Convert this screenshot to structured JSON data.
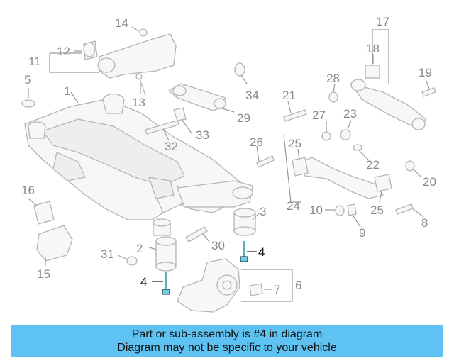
{
  "diagram": {
    "callouts": [
      "1",
      "2",
      "3",
      "4",
      "4",
      "5",
      "6",
      "7",
      "8",
      "9",
      "10",
      "11",
      "12",
      "13",
      "14",
      "15",
      "16",
      "17",
      "18",
      "19",
      "20",
      "21",
      "22",
      "23",
      "24",
      "25",
      "25",
      "26",
      "27",
      "28",
      "29",
      "30",
      "31",
      "32",
      "33",
      "34"
    ],
    "highlighted_callout": "4",
    "colors": {
      "line": "#b4b4b4",
      "fill": "#f7f7f7",
      "label": "#8a8a8a",
      "highlight": "#6ed2e6",
      "highlight_label": "#111111"
    }
  },
  "banner": {
    "line1": "Part or sub-assembly is #4 in diagram",
    "line2": "Diagram may not be specific to your vehicle",
    "color": "#5ec3f2"
  }
}
